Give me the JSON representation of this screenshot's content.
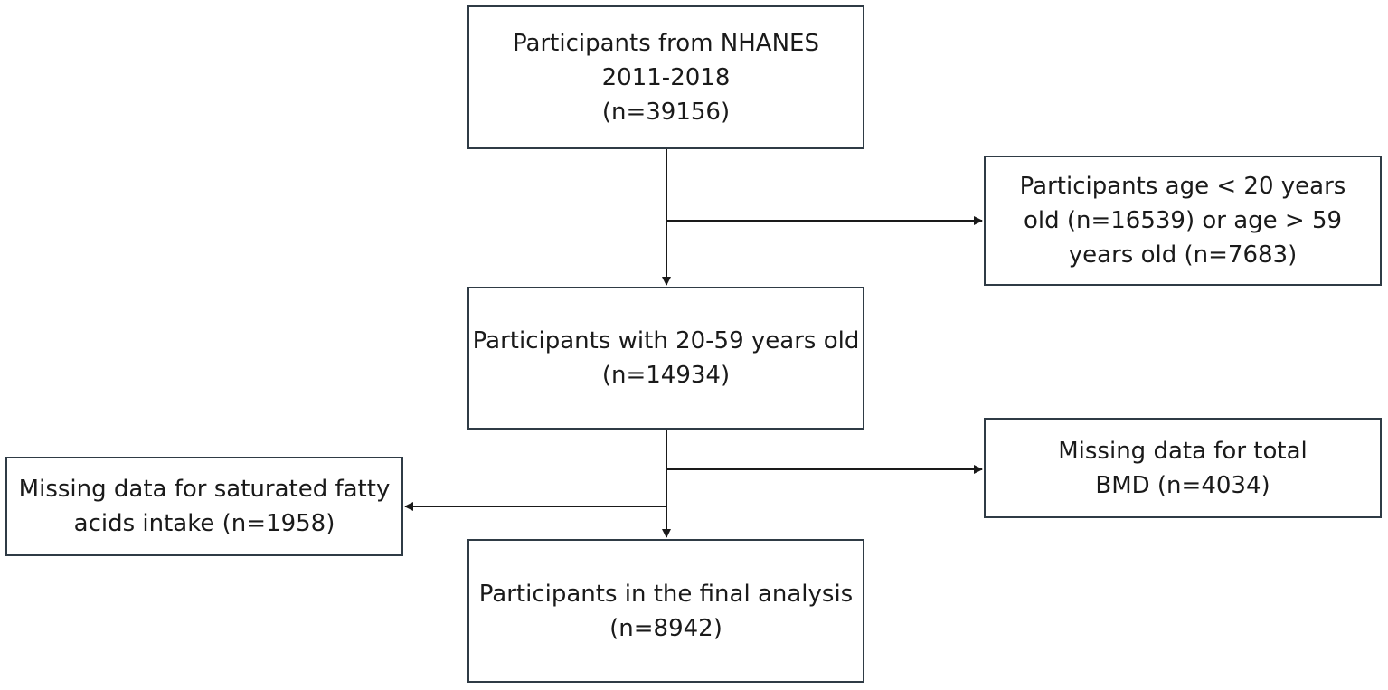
{
  "boxes": {
    "start": {
      "lines": [
        "Participants from NHANES",
        "2011-2018",
        "(n=39156)"
      ]
    },
    "age_exclusion": {
      "lines": [
        "Participants age < 20 years",
        "old (n=16539) or age > 59",
        "years old (n=7683)"
      ]
    },
    "age_included": {
      "lines": [
        "Participants with 20-59 years old",
        "(n=14934)"
      ]
    },
    "bmd_missing": {
      "lines": [
        "Missing data for total",
        "BMD (n=4034)"
      ]
    },
    "sfa_missing": {
      "lines": [
        "Missing data for saturated fatty",
        "acids intake (n=1958)"
      ]
    },
    "final": {
      "lines": [
        "Participants in the final analysis",
        "(n=8942)"
      ]
    }
  },
  "style": {
    "line_color": "#1a1a1a",
    "border_color": "#2f3b45"
  }
}
